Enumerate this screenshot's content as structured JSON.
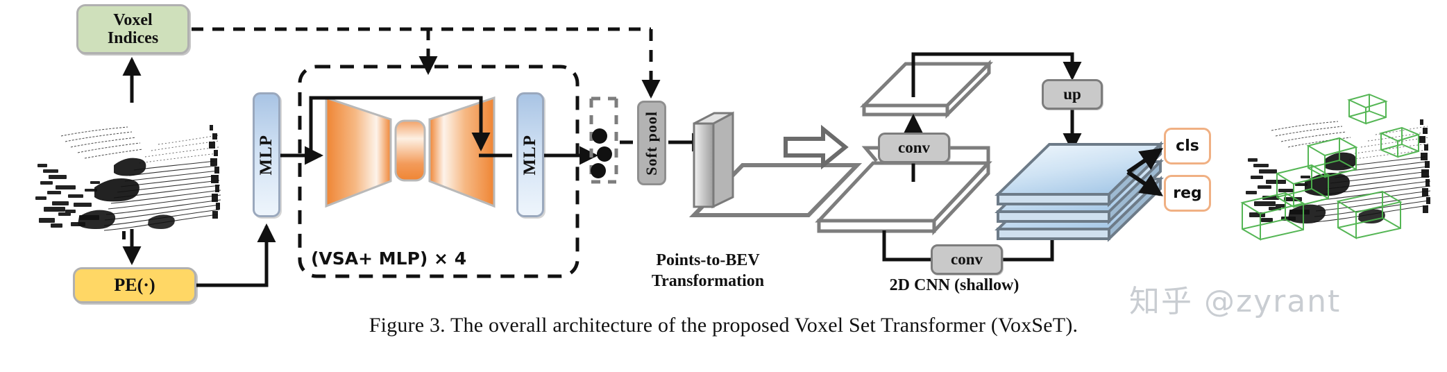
{
  "figure": {
    "caption": "Figure 3. The overall architecture of the proposed Voxel Set Transformer (VoxSeT).",
    "watermark": "知乎 @zyrant"
  },
  "nodes": {
    "voxel_indices": "Voxel\nIndices",
    "voxel_indices_line1": "Voxel",
    "voxel_indices_line2": "Indices",
    "pe": "PE(·)",
    "mlp_in": "MLP",
    "mlp_out": "MLP",
    "soft_pool": "Soft pool",
    "conv_top": "conv",
    "conv_bottom": "conv",
    "up": "up",
    "cls": "cls",
    "reg": "reg"
  },
  "labels": {
    "vsa_block": "(VSA+ MLP) × 4",
    "points_to_bev_l1": "Points-to-BEV",
    "points_to_bev_l2": "Transformation",
    "cnn": "2D CNN (shallow)"
  },
  "colors": {
    "voxel_indices_fill": "#cfe0bb",
    "pe_fill": "#ffd765",
    "mlp_fill_top": "#a9c4e4",
    "mlp_fill_bottom": "#eef5fc",
    "vsa_orange": "#f08b3c",
    "pill_gray": "#c9c9c9",
    "softpool_gray": "#b3b3b3",
    "out_border": "#f0b083",
    "bev_plane_stroke": "#808080",
    "cnn_plane_blue": "#bcd7ee",
    "bbox_green": "#4cb34c",
    "watermark_gray": "#c9cdd2"
  },
  "pointcloud": {
    "left_name": "input-lidar-point-cloud",
    "right_name": "detection-result-point-cloud",
    "box_count": 6
  }
}
